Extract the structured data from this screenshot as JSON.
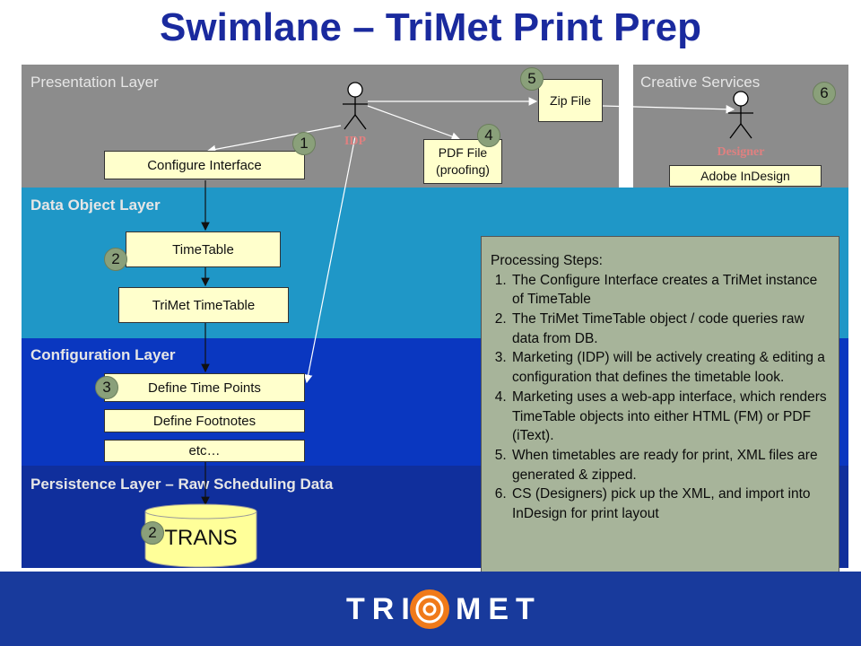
{
  "title": "Swimlane – TriMet Print Prep",
  "lanes": {
    "presentation": "Presentation Layer",
    "creative": "Creative Services",
    "data_object": "Data Object Layer",
    "configuration": "Configuration Layer",
    "persistence": "Persistence Layer – Raw Scheduling Data"
  },
  "actors": {
    "idp": "IDP",
    "designer": "Designer"
  },
  "nodes": {
    "configure_interface": "Configure Interface",
    "zip_file": "Zip File",
    "pdf_file_line1": "PDF File",
    "pdf_file_line2": "(proofing)",
    "adobe_indesign": "Adobe InDesign",
    "timetable": "TimeTable",
    "trimet_timetable": "TriMet TimeTable",
    "define_time_points": "Define Time Points",
    "define_footnotes": "Define Footnotes",
    "etc": "etc…",
    "trans": "TRANS"
  },
  "badges": {
    "configure_interface": "1",
    "timetable": "2",
    "time_points": "3",
    "pdf_file": "4",
    "zip_file": "5",
    "designer": "6",
    "trans": "2"
  },
  "steps": {
    "heading": "Processing Steps:",
    "items": [
      "The Configure Interface creates a TriMet instance of TimeTable",
      "The TriMet TimeTable object / code queries raw data from DB.",
      "Marketing (IDP) will be actively creating & editing a configuration that defines the timetable look.",
      "Marketing uses a web-app interface, which renders TimeTable objects into either HTML (FM) or PDF (iText).",
      "When timetables are ready for print, XML files are generated & zipped.",
      "CS (Designers) pick up the XML, and import into InDesign for print layout"
    ]
  },
  "logo": {
    "left": "TRI",
    "right": "MET"
  },
  "colors": {
    "title": "#1a2a9e",
    "presentation_lane": "#8c8c8c",
    "data_object_lane": "#1f97c7",
    "configuration_lane": "#0a37c0",
    "persistence_lane": "#102f9c",
    "box_fill": "#ffffcc",
    "badge_fill": "#8aa07a",
    "logo_orange": "#f07a1a"
  }
}
